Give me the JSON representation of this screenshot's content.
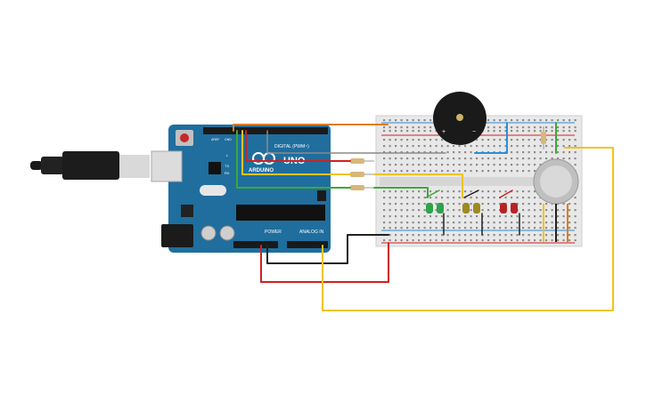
{
  "board": {
    "brand": "ARDUINO",
    "model": "UNO",
    "header_digital": "DIGITAL (PWM~)",
    "header_power": "POWER",
    "header_analog": "ANALOG IN",
    "led_tx": "TX",
    "led_rx": "RX",
    "led_l": "L",
    "pin_aref": "AREF",
    "pin_gnd": "GND"
  },
  "buzzer": {
    "plus": "+",
    "minus": "−"
  },
  "colors": {
    "board": "#1f6e9e",
    "wire_red": "#d32020",
    "wire_black": "#222222",
    "wire_yellow": "#f0c419",
    "wire_green": "#3aaa35",
    "wire_orange": "#e07b1a",
    "wire_blue": "#2d8ed6",
    "led_green": "#2fa34a",
    "led_yellow": "#9e8a20",
    "led_red": "#b52424",
    "breadboard": "#e8e8e8"
  },
  "components": [
    "arduino-uno",
    "usb-cable",
    "breadboard",
    "piezo-buzzer",
    "gas-sensor",
    "resistors",
    "leds"
  ]
}
